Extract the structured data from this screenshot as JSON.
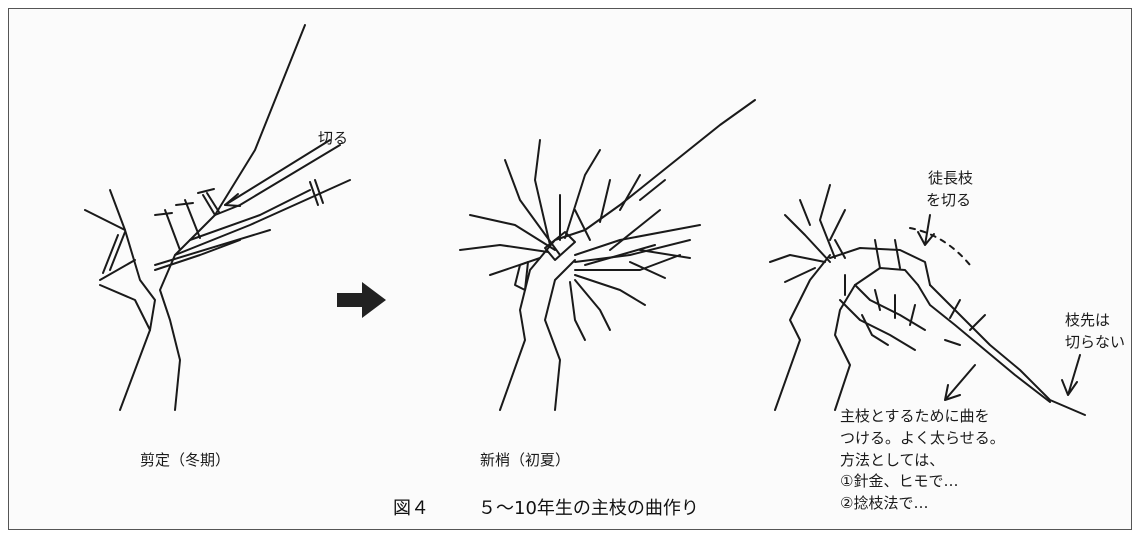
{
  "labels": {
    "cut": "切る",
    "water_sprout_line1": "徒長枝",
    "water_sprout_line2": "を切る",
    "tip_line1": "枝先は",
    "tip_line2": "切らない"
  },
  "panels": {
    "left": "剪定（冬期）",
    "middle": "新梢（初夏）"
  },
  "note": {
    "lines": [
      "主枝とするために曲を",
      "つける。よく太らせる。",
      "方法としては、",
      "①針金、ヒモで…",
      "②捻枝法で…"
    ]
  },
  "caption": {
    "figure_no": "図４",
    "title": "５～10年生の主枝の曲作り"
  },
  "colors": {
    "line": "#1a1a1a",
    "arrow": "#222222",
    "border": "#555555"
  }
}
